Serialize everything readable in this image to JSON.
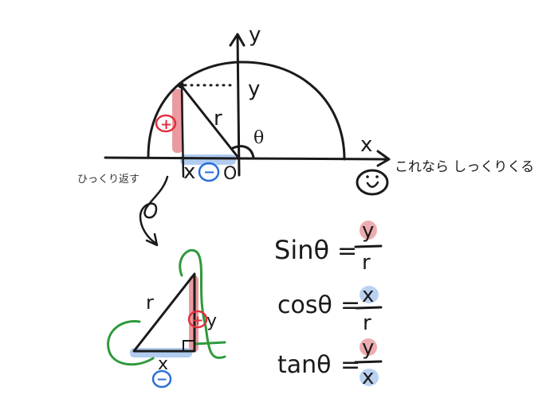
{
  "colors": {
    "ink": "#1a1a1a",
    "red": "#e03040",
    "red_highlight": "#e58a8f",
    "blue": "#2a6fdb",
    "blue_highlight": "#a9c6ee",
    "green": "#2e9a3a"
  },
  "top_diagram": {
    "axis_x_label": "x",
    "axis_y_label": "y",
    "point_y_label": "y",
    "radius_label": "r",
    "angle_label": "θ",
    "x_label": "x",
    "plus_sign": "+",
    "minus_sign": "−",
    "origin_label": "O",
    "flip_note": "ひっくり返す",
    "easy_note": "これなら しっくりくる",
    "smiley_icon": "smiley-face-icon"
  },
  "bottom_triangle": {
    "radius_label": "r",
    "y_label": "y",
    "x_label": "x",
    "plus_sign": "+",
    "minus_sign": "−",
    "t_label": "t"
  },
  "formulas": [
    {
      "name": "Sinθ",
      "equals": "=",
      "numerator": "y",
      "denominator": "r",
      "numerator_color": "red",
      "denominator_color": "none"
    },
    {
      "name": "cosθ",
      "equals": "=",
      "numerator": "x",
      "denominator": "r",
      "numerator_color": "blue",
      "denominator_color": "none"
    },
    {
      "name": "tanθ",
      "equals": "=",
      "numerator": "y",
      "denominator": "x",
      "numerator_color": "red",
      "denominator_color": "blue"
    }
  ]
}
